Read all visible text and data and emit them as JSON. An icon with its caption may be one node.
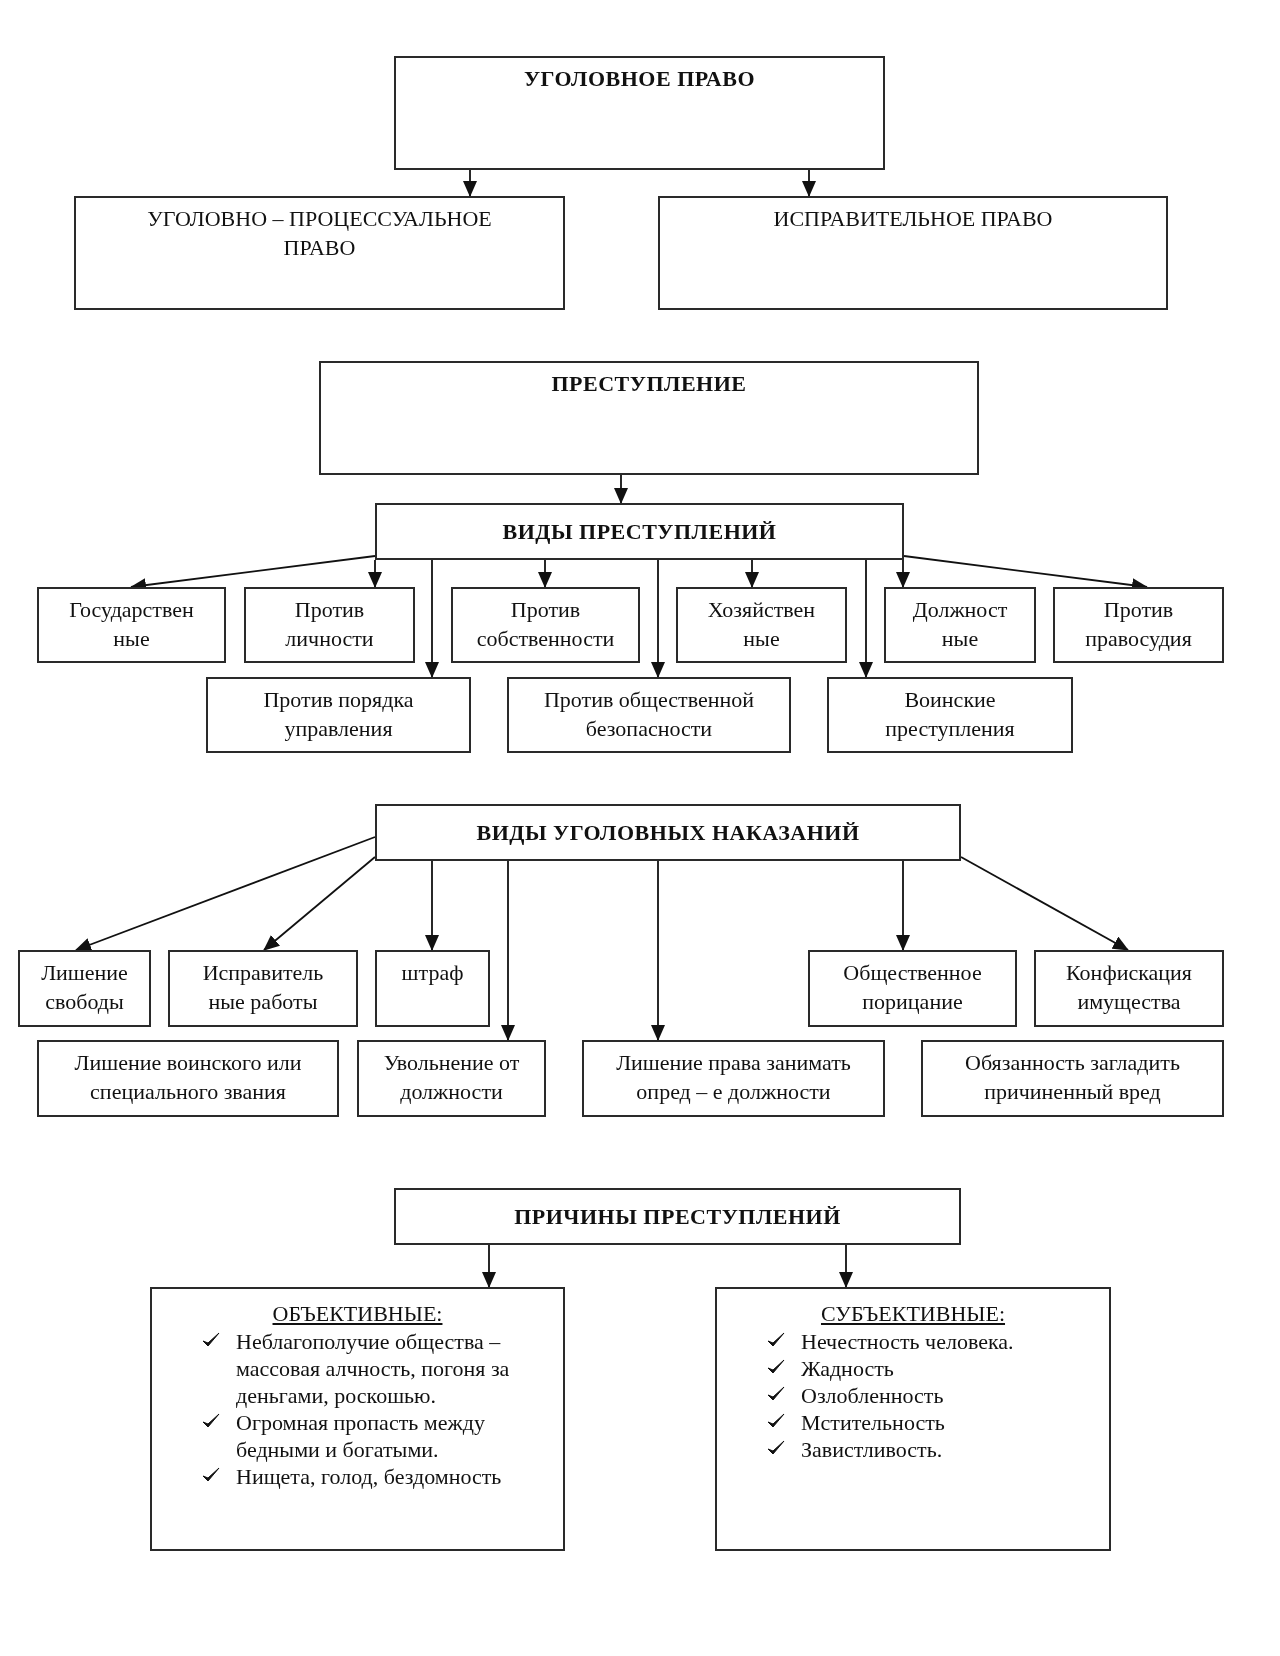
{
  "diagram": {
    "nodes": [
      {
        "text": [
          "УГОЛОВНОЕ ПРАВО"
        ]
      },
      {
        "text": [
          "УГОЛОВНО – ПРОЦЕССУАЛЬНОЕ ПРАВО"
        ]
      },
      {
        "text": [
          "ИСПРАВИТЕЛЬНОЕ ПРАВО"
        ]
      },
      {
        "text": [
          "ПРЕСТУПЛЕНИЕ"
        ]
      },
      {
        "text": [
          "ВИДЫ ПРЕСТУПЛЕНИЙ"
        ]
      },
      {
        "text": [
          "Государствен ные"
        ]
      },
      {
        "text": [
          "Против личности"
        ]
      },
      {
        "text": [
          "Против собственности"
        ]
      },
      {
        "text": [
          "Хозяйствен ные"
        ]
      },
      {
        "text": [
          "Должност ные"
        ]
      },
      {
        "text": [
          "Против правосудия"
        ]
      },
      {
        "text": [
          "Против порядка управления"
        ]
      },
      {
        "text": [
          "Против общественной безопасности"
        ]
      },
      {
        "text": [
          "Воинские преступления"
        ]
      },
      {
        "text": [
          "ВИДЫ УГОЛОВНЫХ НАКАЗАНИЙ"
        ]
      },
      {
        "text": [
          "Лишение свободы"
        ]
      },
      {
        "text": [
          "Исправитель ные работы"
        ]
      },
      {
        "text": [
          "штраф"
        ]
      },
      {
        "text": [
          "Общественное порицание"
        ]
      },
      {
        "text": [
          "Конфискация имущества"
        ]
      },
      {
        "text": [
          "Лишение воинского или специального звания"
        ]
      },
      {
        "text": [
          "Увольнение от должности"
        ]
      },
      {
        "text": [
          "Лишение права занимать опред – е должности"
        ]
      },
      {
        "text": [
          "Обязанность загладить причиненный вред"
        ]
      },
      {
        "text": [
          "ПРИЧИНЫ ПРЕСТУПЛЕНИЙ"
        ]
      },
      {
        "text": [
          "ОБЪЕКТИВНЫЕ:",
          "Неблагополучие общества – массовая алчность, погоня за деньгами, роскошью.",
          "Огромная пропасть между бедными и богатыми.",
          "Нищета, голод, бездомность"
        ]
      },
      {
        "text": [
          "СУБЪЕКТИВНЫЕ:",
          "Нечестность человека.",
          "Жадность",
          "Озлобленность",
          "Мстительность",
          "Завистливость."
        ]
      }
    ],
    "edges": [
      {
        "from": 0,
        "to": 1,
        "arrow": "to"
      },
      {
        "from": 0,
        "to": 2,
        "arrow": "to"
      },
      {
        "from": 3,
        "to": 4,
        "arrow": "to"
      },
      {
        "from": 4,
        "to": 5,
        "arrow": "to"
      },
      {
        "from": 4,
        "to": 6,
        "arrow": "to"
      },
      {
        "from": 4,
        "to": 11,
        "arrow": "to"
      },
      {
        "from": 4,
        "to": 7,
        "arrow": "to"
      },
      {
        "from": 4,
        "to": 12,
        "arrow": "to"
      },
      {
        "from": 4,
        "to": 8,
        "arrow": "to"
      },
      {
        "from": 4,
        "to": 13,
        "arrow": "to"
      },
      {
        "from": 4,
        "to": 9,
        "arrow": "to"
      },
      {
        "from": 4,
        "to": 10,
        "arrow": "to"
      },
      {
        "from": 14,
        "to": 15,
        "arrow": "to"
      },
      {
        "from": 14,
        "to": 16,
        "arrow": "to"
      },
      {
        "from": 14,
        "to": 17,
        "arrow": "to"
      },
      {
        "from": 14,
        "to": 21,
        "arrow": "to"
      },
      {
        "from": 14,
        "to": 22,
        "arrow": "to"
      },
      {
        "from": 14,
        "to": 18,
        "arrow": "to"
      },
      {
        "from": 14,
        "to": 19,
        "arrow": "to"
      },
      {
        "from": 24,
        "to": 25,
        "arrow": "to"
      },
      {
        "from": 24,
        "to": 26,
        "arrow": "to"
      }
    ]
  }
}
